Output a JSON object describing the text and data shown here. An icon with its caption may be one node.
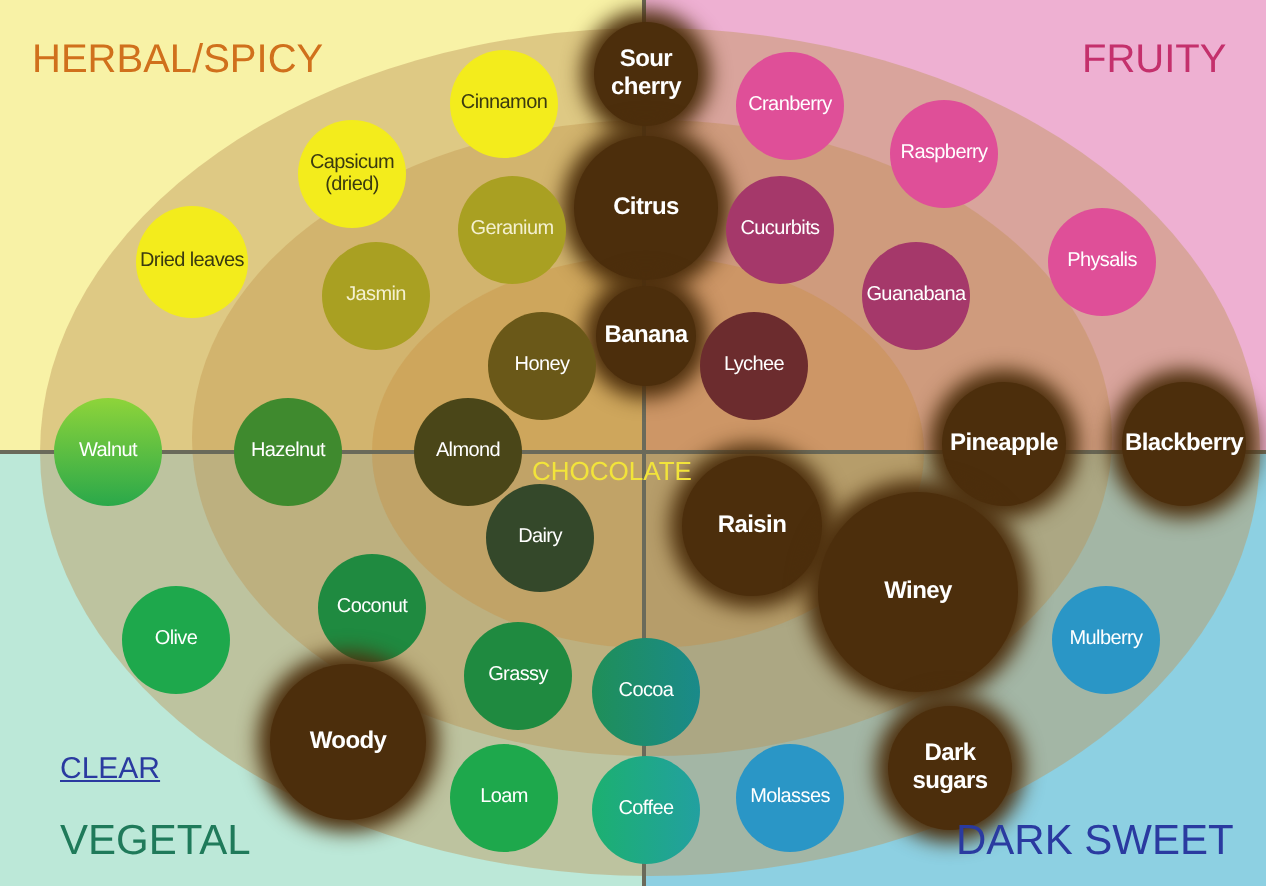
{
  "diagram": {
    "nodes": [
      {
        "text": [
          "Cinnamon"
        ]
      },
      {
        "text": [
          "Sour cherry"
        ]
      },
      {
        "text": [
          "Cranberry"
        ]
      },
      {
        "text": [
          "Raspberry"
        ]
      },
      {
        "text": [
          "Capsicum (dried)"
        ]
      },
      {
        "text": [
          "Citrus"
        ]
      },
      {
        "text": [
          "Geranium"
        ]
      },
      {
        "text": [
          "Cucurbits"
        ]
      },
      {
        "text": [
          "Dried leaves"
        ]
      },
      {
        "text": [
          "Jasmin"
        ]
      },
      {
        "text": [
          "Guanabana"
        ]
      },
      {
        "text": [
          "Physalis"
        ]
      },
      {
        "text": [
          "Banana"
        ]
      },
      {
        "text": [
          "Honey"
        ]
      },
      {
        "text": [
          "Lychee"
        ]
      },
      {
        "text": [
          "Walnut"
        ]
      },
      {
        "text": [
          "Hazelnut"
        ]
      },
      {
        "text": [
          "Almond"
        ]
      },
      {
        "text": [
          "Pineapple"
        ]
      },
      {
        "text": [
          "Blackberry"
        ]
      },
      {
        "text": [
          "Raisin"
        ]
      },
      {
        "text": [
          "Dairy"
        ]
      },
      {
        "text": [
          "Coconut"
        ]
      },
      {
        "text": [
          "Olive"
        ]
      },
      {
        "text": [
          "Winey"
        ]
      },
      {
        "text": [
          "Mulberry"
        ]
      },
      {
        "text": [
          "Grassy"
        ]
      },
      {
        "text": [
          "Cocoa"
        ]
      },
      {
        "text": [
          "Woody"
        ]
      },
      {
        "text": [
          "Dark sugars"
        ]
      },
      {
        "text": [
          "Loam"
        ]
      },
      {
        "text": [
          "Coffee"
        ]
      },
      {
        "text": [
          "Molasses"
        ]
      }
    ],
    "labels": [
      "HERBAL/SPICY",
      "FRUITY",
      "CHOCOLATE",
      "CLEAR",
      "VEGETAL",
      "DARK SWEET"
    ]
  }
}
